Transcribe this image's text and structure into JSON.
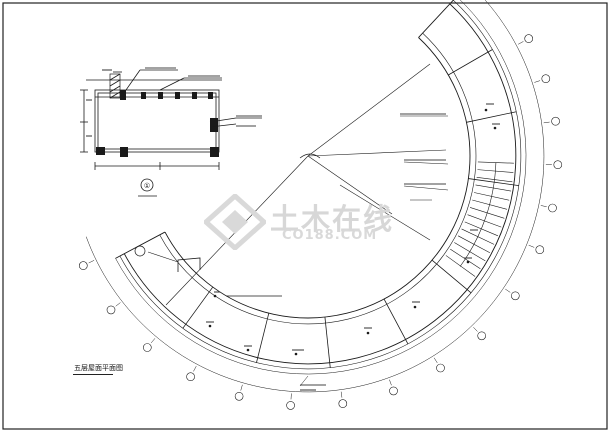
{
  "drawing_title": "五层屋面平面图",
  "detail_marker": "①",
  "watermark": {
    "main_text": "土木在线",
    "sub_text": "CO188.COM",
    "icon": "diamond-logo-icon"
  },
  "colors": {
    "line": "#1a1a1a",
    "background": "#ffffff",
    "watermark": "#d7d7d7"
  }
}
